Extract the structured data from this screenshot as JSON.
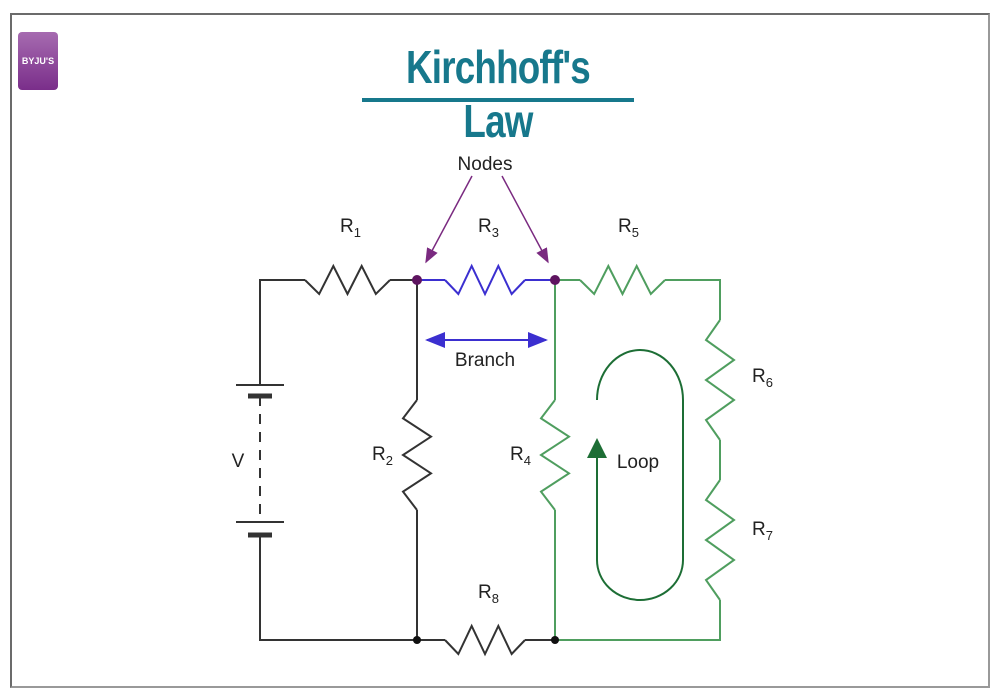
{
  "logo": {
    "text": "BYJU'S"
  },
  "title": "Kirchhoff's Law",
  "labels": {
    "nodes": "Nodes",
    "branch": "Branch",
    "loop": "Loop",
    "voltage": "V"
  },
  "resistors": [
    {
      "id": "R1",
      "base": "R",
      "sub": "1"
    },
    {
      "id": "R2",
      "base": "R",
      "sub": "2"
    },
    {
      "id": "R3",
      "base": "R",
      "sub": "3"
    },
    {
      "id": "R4",
      "base": "R",
      "sub": "4"
    },
    {
      "id": "R5",
      "base": "R",
      "sub": "5"
    },
    {
      "id": "R6",
      "base": "R",
      "sub": "6"
    },
    {
      "id": "R7",
      "base": "R",
      "sub": "7"
    },
    {
      "id": "R8",
      "base": "R",
      "sub": "8"
    }
  ],
  "colors": {
    "wire": "#333333",
    "branch": "#3b2fd0",
    "loop_path": "#4f9e5f",
    "loop_arrow": "#1d6e35",
    "node": "#5e1460",
    "title": "#17788c"
  }
}
